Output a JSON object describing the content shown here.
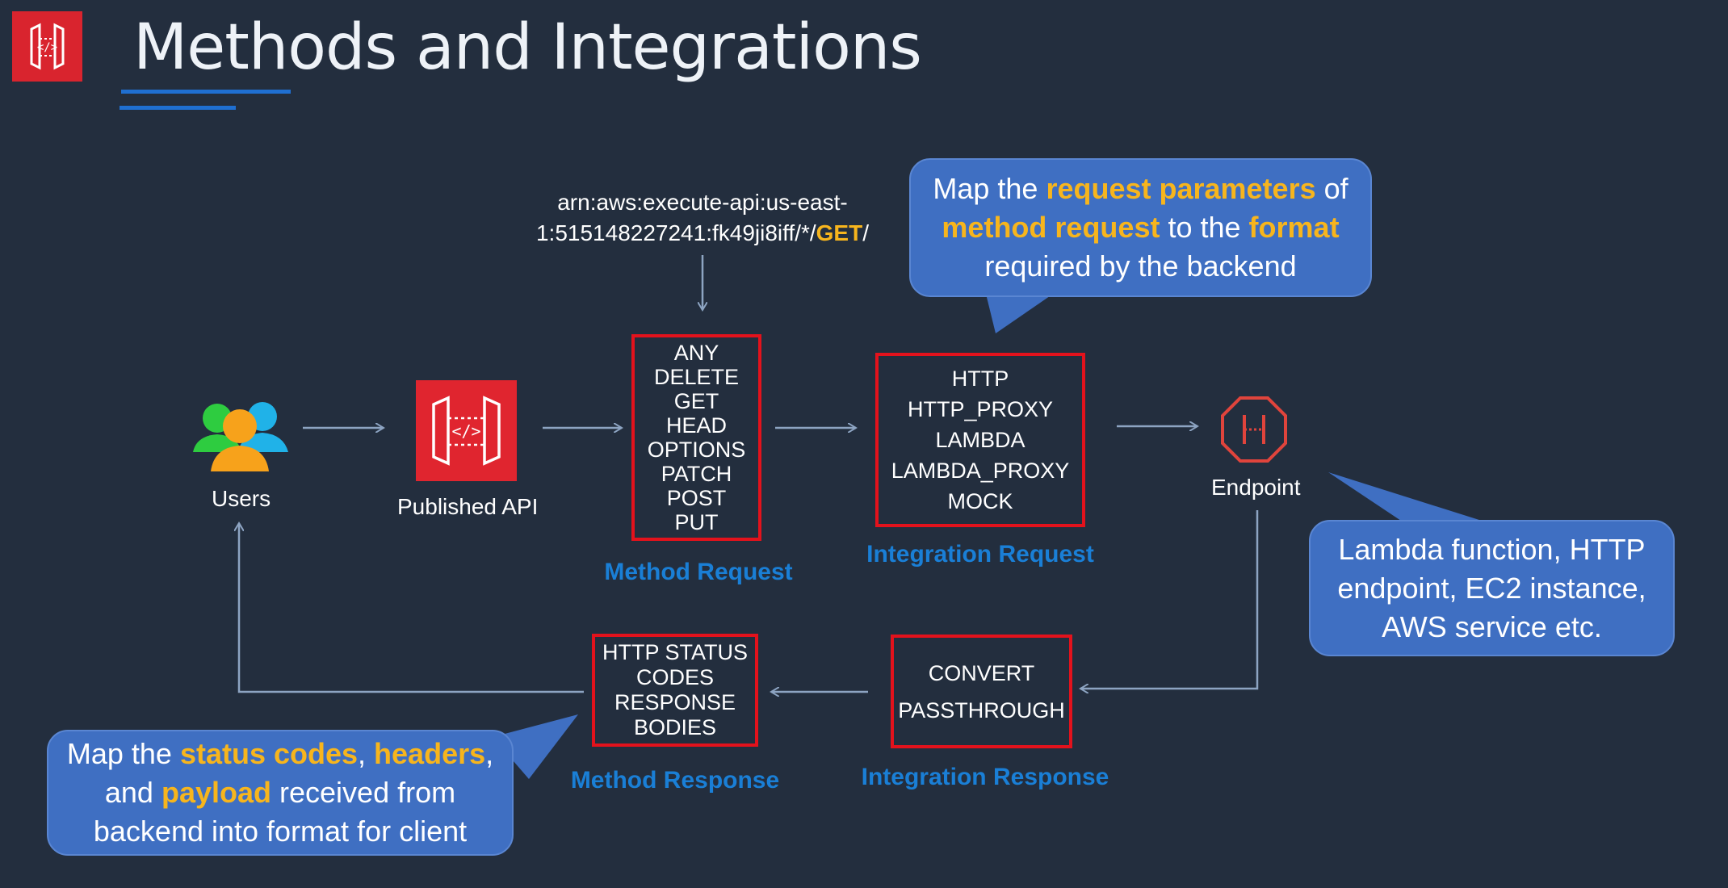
{
  "title": "Methods and Integrations",
  "arn": {
    "line1": "arn:aws:execute-api:us-east-",
    "line2_prefix": "1:515148227241:fk49ji8iff/*/",
    "line2_method": "GET",
    "line2_suffix": "/"
  },
  "nodes": {
    "users": "Users",
    "published_api": "Published API",
    "endpoint": "Endpoint"
  },
  "method_request": {
    "items": [
      "ANY",
      "DELETE",
      "GET",
      "HEAD",
      "OPTIONS",
      "PATCH",
      "POST",
      "PUT"
    ],
    "label": "Method Request"
  },
  "integration_request": {
    "items": [
      "HTTP",
      "HTTP_PROXY",
      "LAMBDA",
      "LAMBDA_PROXY",
      "MOCK"
    ],
    "label": "Integration Request"
  },
  "method_response": {
    "items": [
      "HTTP STATUS",
      "CODES",
      "RESPONSE",
      "BODIES"
    ],
    "label": "Method Response"
  },
  "integration_response": {
    "items": [
      "CONVERT",
      "PASSTHROUGH"
    ],
    "label": "Integration Response"
  },
  "callout_request": {
    "t1": "Map the ",
    "h1": "request parameters",
    "t2": " of",
    "h2": "method request",
    "t3": " to the ",
    "h3": "format",
    "t4": "required by the backend"
  },
  "callout_endpoint": {
    "line1": "Lambda function, HTTP",
    "line2": "endpoint, EC2 instance,",
    "line3": "AWS service etc."
  },
  "callout_response": {
    "t1": "Map the ",
    "h1": "status codes",
    "t2": ", ",
    "h2": "headers",
    "t3": ",",
    "t4": "and ",
    "h3": "payload",
    "t5": " received from",
    "t6": "backend into format for client"
  },
  "colors": {
    "background": "#232e3e",
    "highlight": "#f7b51d",
    "label_blue": "#1a7fd6",
    "box_red": "#e3121c",
    "callout_blue": "#3f6fc2",
    "api_red": "#e0252f"
  },
  "icons": {
    "logo": "api-gateway-icon",
    "users": "users-icon",
    "published_api": "api-gateway-icon",
    "endpoint": "endpoint-icon"
  }
}
